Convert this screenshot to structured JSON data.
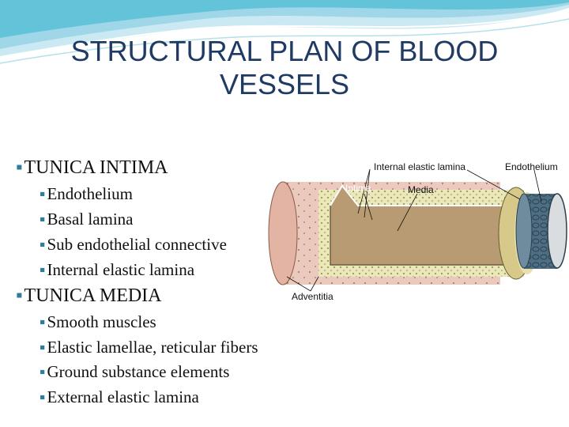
{
  "slide": {
    "title": "STRUCTURAL PLAN OF BLOOD VESSELS",
    "bullet_glyph": "▪"
  },
  "content": {
    "tunica_intima": {
      "heading": "TUNICA INTIMA",
      "items": [
        "Endothelium",
        "Basal lamina",
        "Sub endothelial connective",
        "Internal elastic lamina"
      ]
    },
    "tunica_media": {
      "heading": "TUNICA MEDIA",
      "items": [
        "Smooth muscles",
        "Elastic lamellae, reticular fibers",
        "Ground substance elements",
        "External elastic lamina"
      ]
    }
  },
  "diagram": {
    "labels": {
      "internal_elastic_lamina": "Internal elastic lamina",
      "endothelium": "Endothelium",
      "intima": "Intima",
      "media": "Media",
      "adventitia": "Adventitia"
    },
    "colors": {
      "adventitia": "#ecc9bd",
      "media": "#eae7bb",
      "lumen": "#b89a73",
      "endothelium": "#4e6f83",
      "accent": "#63c3d8"
    }
  }
}
